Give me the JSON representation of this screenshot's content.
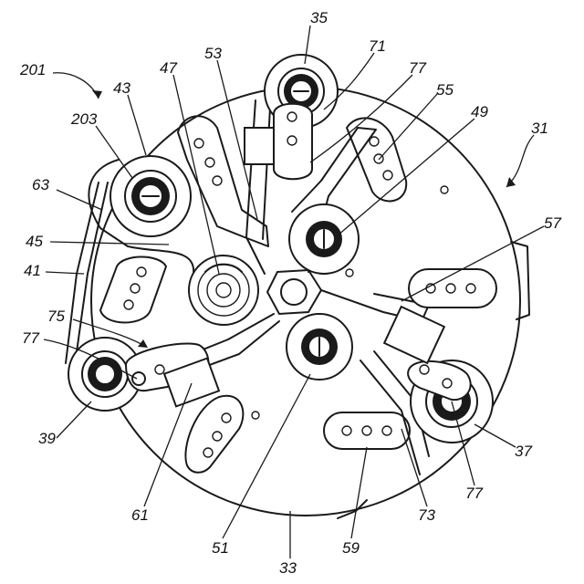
{
  "reference_numerals": {
    "n201": "201",
    "n35": "35",
    "n71": "71",
    "n43": "43",
    "n47": "47",
    "n53": "53",
    "n77a": "77",
    "n55": "55",
    "n203": "203",
    "n49": "49",
    "n31": "31",
    "n63": "63",
    "n57": "57",
    "n45": "45",
    "n41": "41",
    "n75": "75",
    "n77b": "77",
    "n39": "39",
    "n37": "37",
    "n77c": "77",
    "n61": "61",
    "n73": "73",
    "n51": "51",
    "n59": "59",
    "n33": "33"
  }
}
